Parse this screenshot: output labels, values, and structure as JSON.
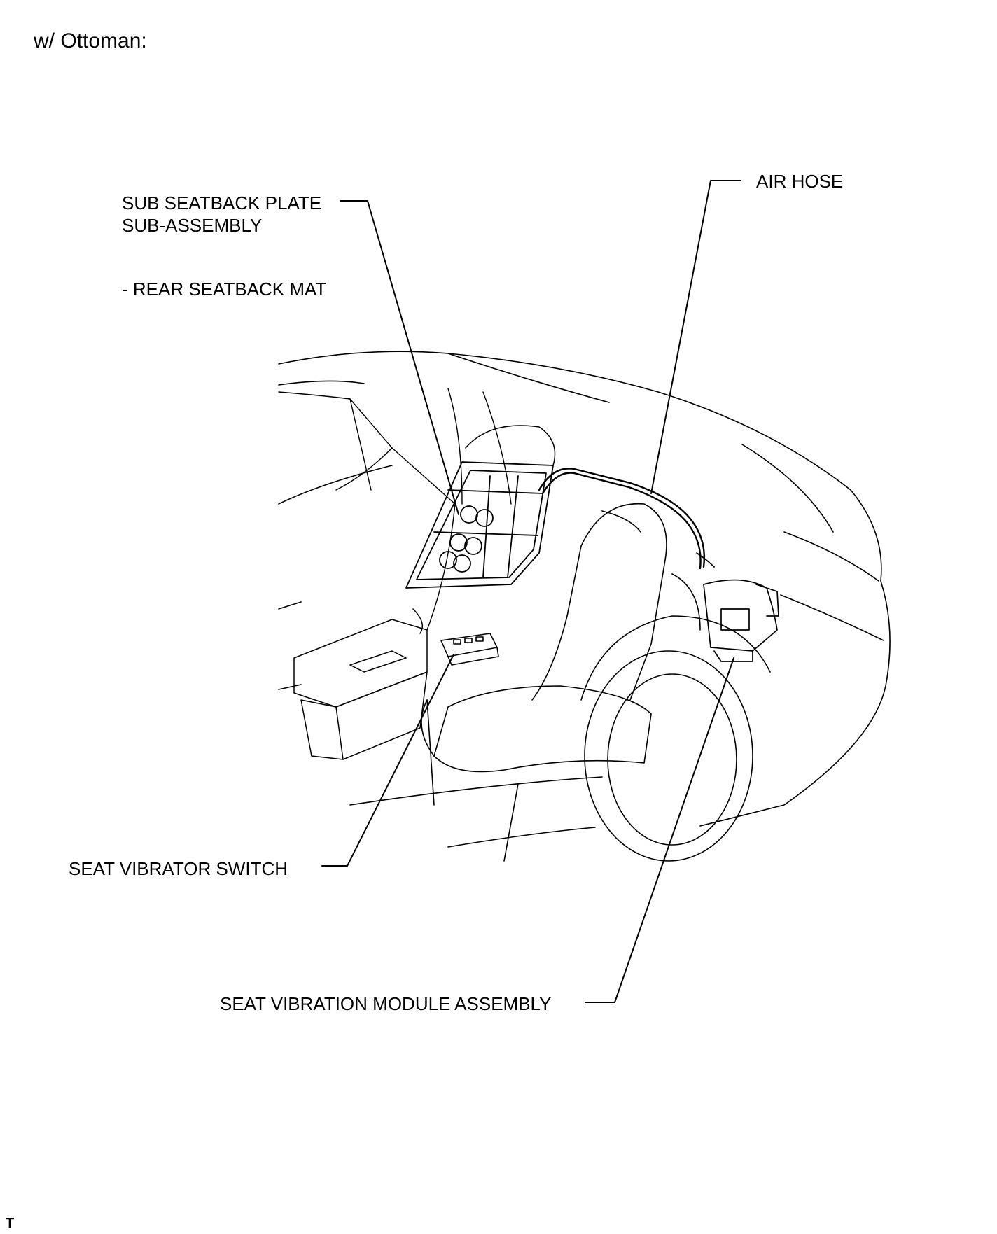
{
  "heading": "w/ Ottoman:",
  "labels": {
    "sub_seatback_plate_line1": "SUB SEATBACK PLATE",
    "sub_seatback_plate_line2": "SUB-ASSEMBLY",
    "rear_seatback_mat": "- REAR SEATBACK MAT",
    "air_hose": "AIR HOSE",
    "seat_vibrator_switch": "SEAT VIBRATOR SWITCH",
    "seat_vibration_module_assembly": "SEAT VIBRATION MODULE ASSEMBLY"
  },
  "corner_mark": "T"
}
